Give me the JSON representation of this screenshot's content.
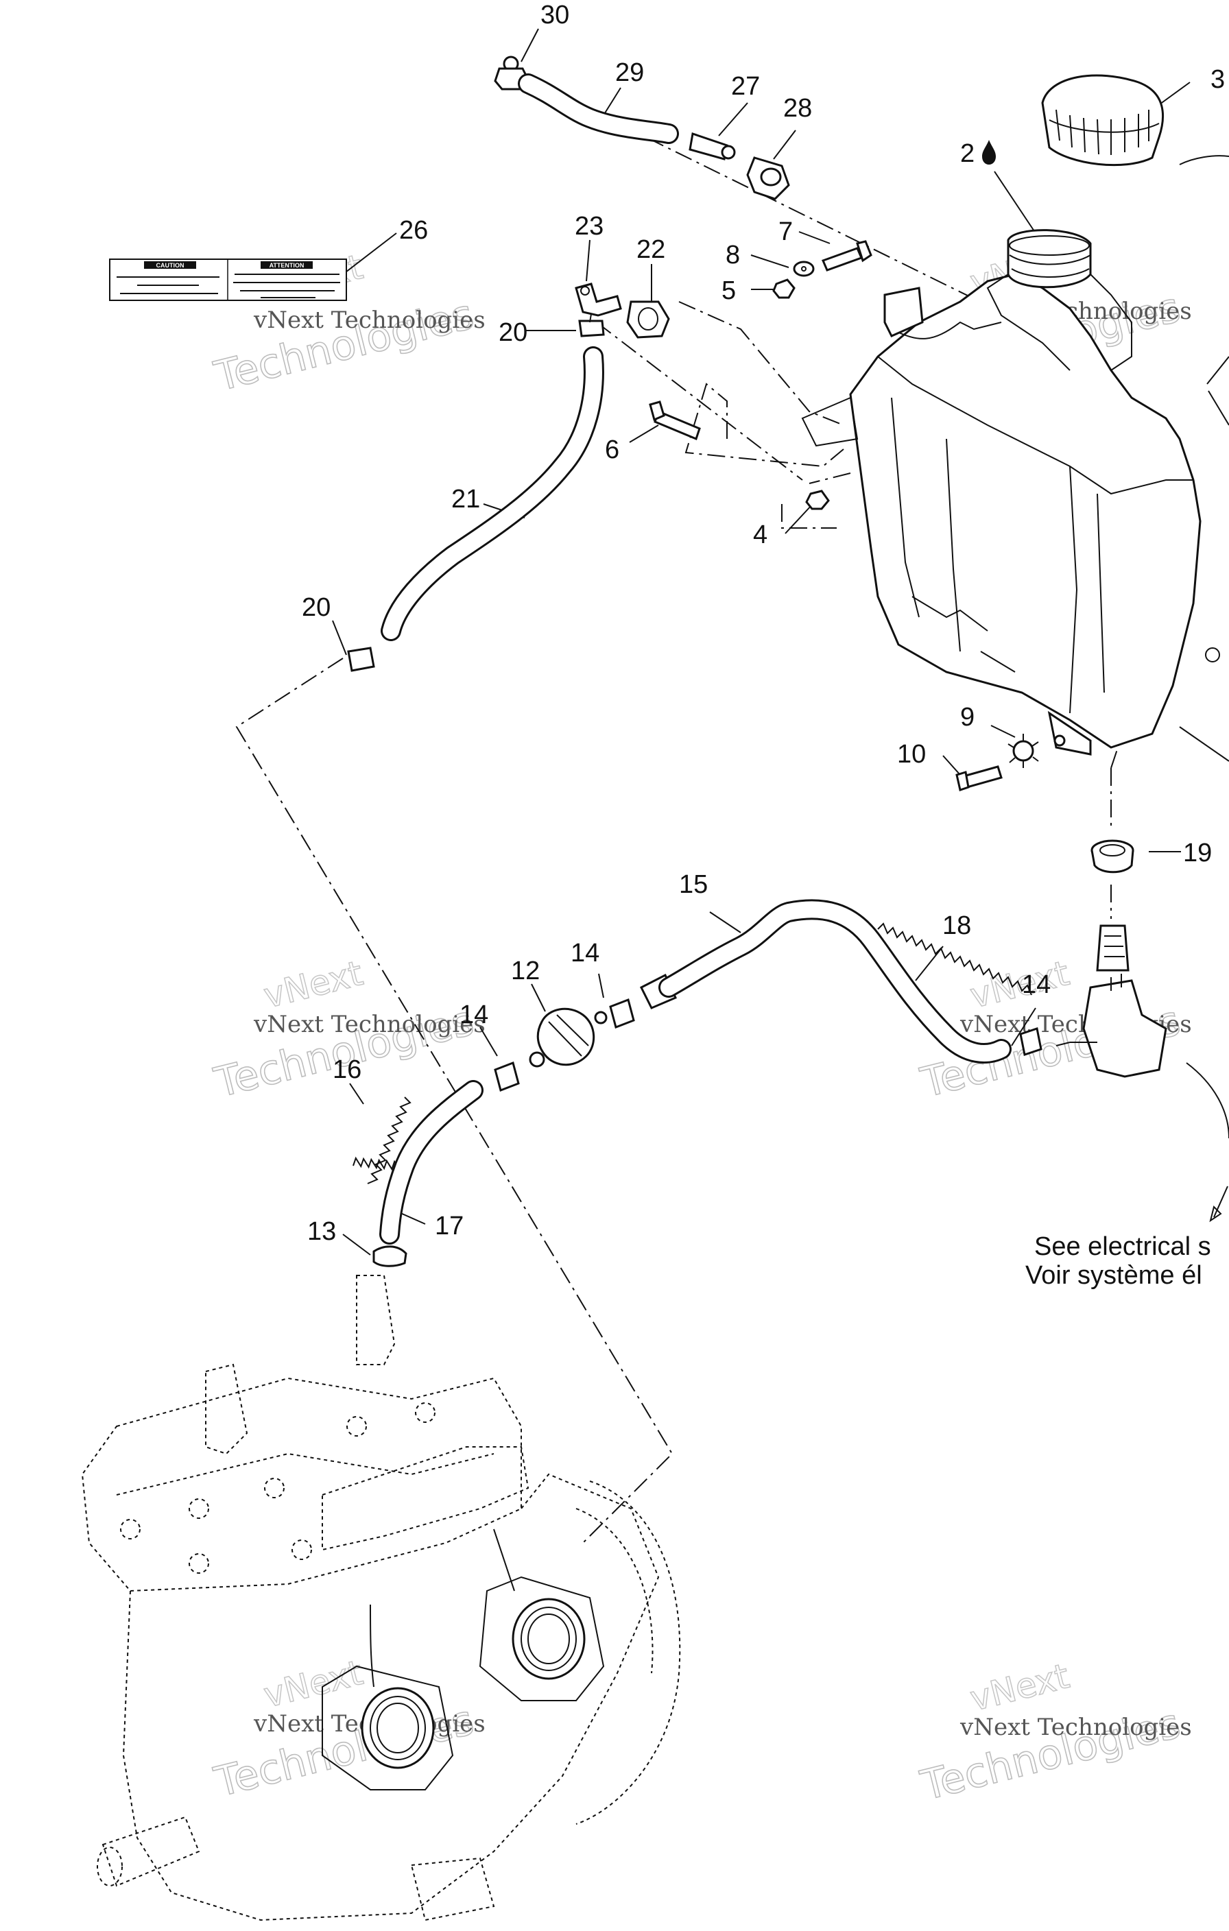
{
  "callouts": [
    {
      "id": "c30",
      "text": "30"
    },
    {
      "id": "c29",
      "text": "29"
    },
    {
      "id": "c27",
      "text": "27"
    },
    {
      "id": "c28",
      "text": "28"
    },
    {
      "id": "c3",
      "text": "3"
    },
    {
      "id": "c2",
      "text": "2"
    },
    {
      "id": "c26",
      "text": "26"
    },
    {
      "id": "c23",
      "text": "23"
    },
    {
      "id": "c22",
      "text": "22"
    },
    {
      "id": "c7",
      "text": "7"
    },
    {
      "id": "c8",
      "text": "8"
    },
    {
      "id": "c5",
      "text": "5"
    },
    {
      "id": "c20a",
      "text": "20"
    },
    {
      "id": "c6",
      "text": "6"
    },
    {
      "id": "c4",
      "text": "4"
    },
    {
      "id": "c21",
      "text": "21"
    },
    {
      "id": "c20b",
      "text": "20"
    },
    {
      "id": "c9",
      "text": "9"
    },
    {
      "id": "c10",
      "text": "10"
    },
    {
      "id": "c19",
      "text": "19"
    },
    {
      "id": "c15",
      "text": "15"
    },
    {
      "id": "c18",
      "text": "18"
    },
    {
      "id": "c12",
      "text": "12"
    },
    {
      "id": "c14a",
      "text": "14"
    },
    {
      "id": "c14b",
      "text": "14"
    },
    {
      "id": "c14c",
      "text": "14"
    },
    {
      "id": "c16",
      "text": "16"
    },
    {
      "id": "c17",
      "text": "17"
    },
    {
      "id": "c13",
      "text": "13"
    }
  ],
  "notes": {
    "see_electrical_en": "See electrical s",
    "see_electrical_fr": "Voir système él"
  },
  "decal": {
    "left_title": "CAUTION",
    "right_title": "ATTENTION"
  },
  "watermark": {
    "line1": "vNext Technologies",
    "line2a": "vNext",
    "line2b": "Technologies"
  },
  "icons": {
    "oil_drop": "oil-drop-icon"
  }
}
